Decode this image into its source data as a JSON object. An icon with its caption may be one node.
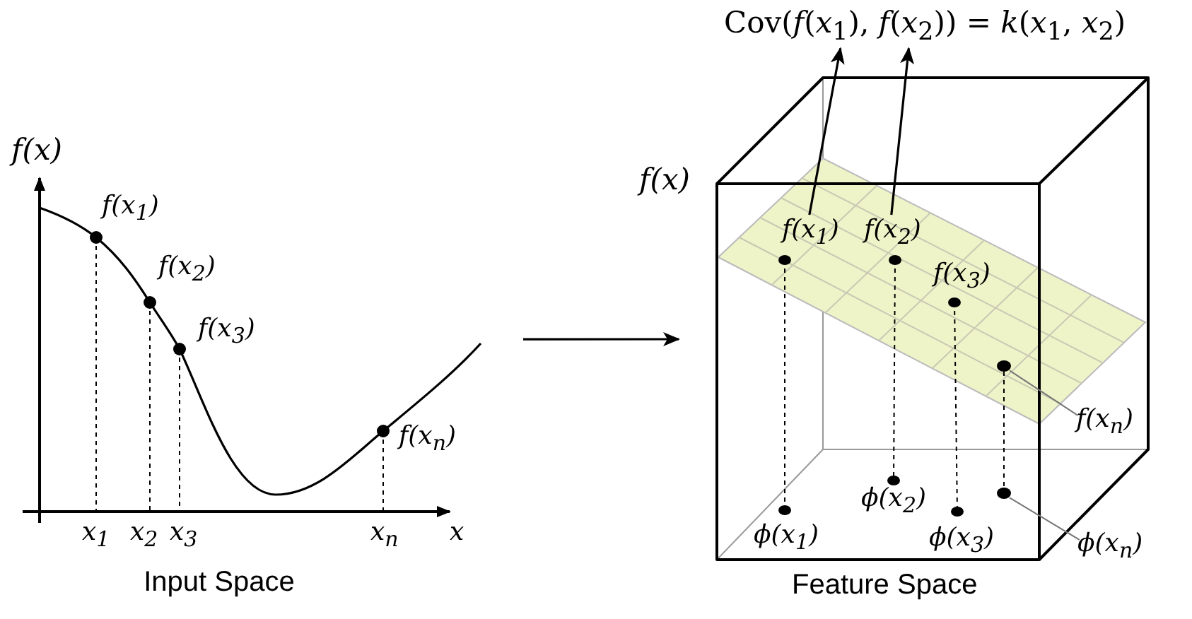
{
  "diagram": {
    "nodes": [
      {
        "text": [
          "Input Space"
        ]
      },
      {
        "text": [
          "Feature Space"
        ]
      },
      {
        "text": [
          "Cov(*f*(*x*$_{1}$), *f*(*x*$_{2}$)) = *k*(*x*$_{1}$, *x*$_{2}$)"
        ]
      },
      {
        "text": [
          "f(x$_{1}$)"
        ],
        "in": 1
      },
      {
        "text": [
          "f(x$_{2}$)"
        ],
        "in": 1
      },
      {
        "text": [
          "f(x$_{n}$)"
        ]
      },
      {
        "text": [
          "ϕ(x$_{n}$)"
        ]
      },
      {
        "text": [],
        "shape": "circle",
        "in": 1
      },
      {
        "text": [],
        "shape": "circle",
        "in": 1
      }
    ],
    "edges": [
      {
        "from": 0,
        "to": 1,
        "arrow": "to"
      },
      {
        "from": 3,
        "to": 2,
        "arrow": "to"
      },
      {
        "from": 4,
        "to": 2,
        "arrow": "to"
      },
      {
        "from": 5,
        "to": 7,
        "arrow": "none",
        "color": "#777777"
      },
      {
        "from": 6,
        "to": 8,
        "arrow": "none",
        "color": "#777777"
      },
      {
        "from": 7,
        "to": 8,
        "arrow": "none",
        "style": "dashed"
      }
    ],
    "labels": [
      "f(x)",
      "f(x$_{1}$)",
      "f(x$_{2}$)",
      "f(x$_{3}$)",
      "f(x$_{n}$)",
      "x$_{1}$",
      "x$_{2}$",
      "x$_{3}$",
      "x$_{n}$",
      "x",
      "f(x)",
      "f(x$_{3}$)",
      "ϕ(x$_{1}$)",
      "ϕ(x$_{2}$)",
      "ϕ(x$_{3}$)"
    ]
  }
}
